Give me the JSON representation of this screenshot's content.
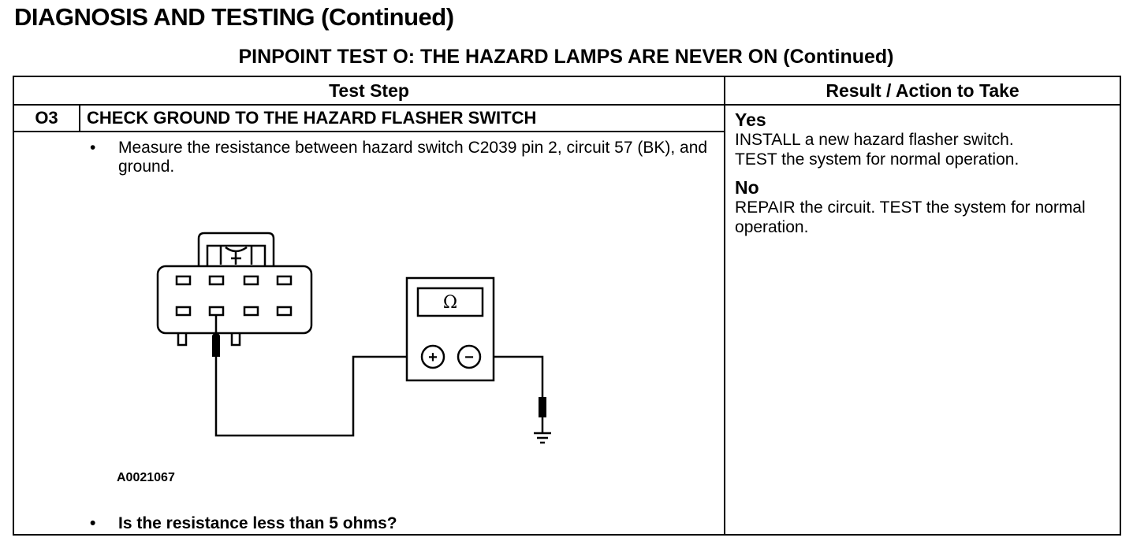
{
  "page": {
    "title": "DIAGNOSIS AND TESTING (Continued)",
    "subtitle": "PINPOINT TEST O: THE HAZARD LAMPS ARE NEVER ON (Continued)"
  },
  "table": {
    "col_step": "Test Step",
    "col_result": "Result / Action to Take",
    "step_number": "O3",
    "step_title": "CHECK GROUND TO THE HAZARD FLASHER SWITCH",
    "bullet_symbol": "•",
    "instruction": "Measure the resistance between hazard switch C2039 pin 2, circuit 57 (BK), and ground.",
    "question": "Is the resistance less than 5 ohms?",
    "figure_id": "A0021067",
    "meter_symbol": "Ω",
    "plus_symbol": "+",
    "minus_symbol": "−"
  },
  "results": {
    "yes_label": "Yes",
    "yes_action_1": "INSTALL a new hazard flasher switch.",
    "yes_action_2": "TEST the system for normal operation.",
    "no_label": "No",
    "no_action": "REPAIR the circuit. TEST the system for normal operation."
  }
}
